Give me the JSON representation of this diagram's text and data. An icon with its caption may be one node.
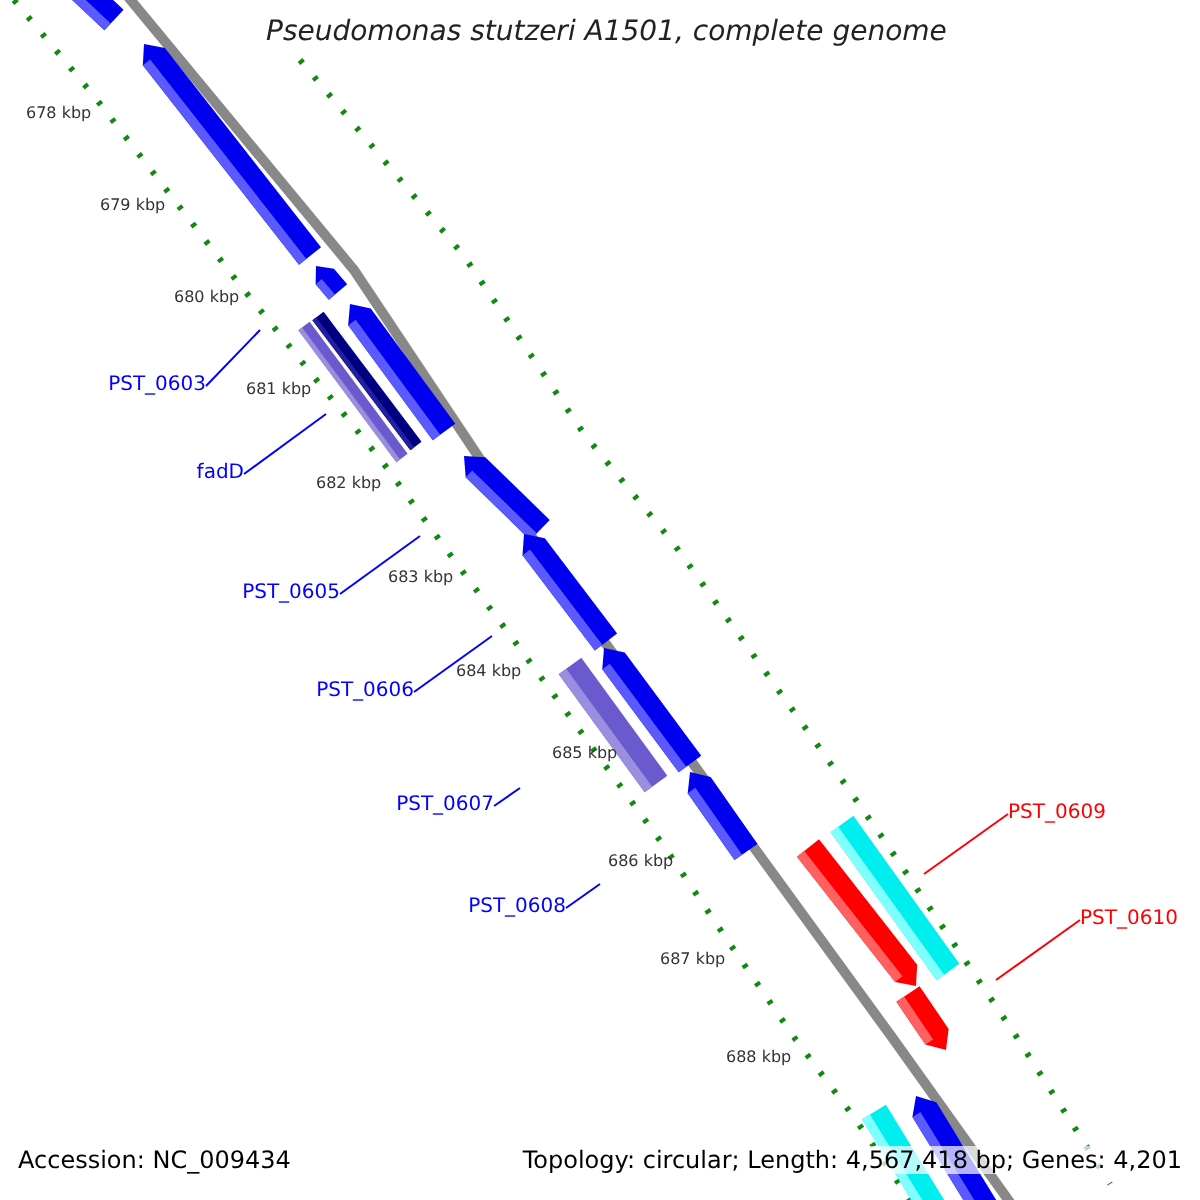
{
  "diagram": {
    "title": "Pseudomonas stutzeri A1501, complete genome",
    "nodes": [
      {
        "text": [
          "PST_0603"
        ]
      },
      {
        "text": [
          "fadD"
        ]
      },
      {
        "text": [
          "PST_0605"
        ]
      },
      {
        "text": [
          "PST_0606"
        ]
      },
      {
        "text": [
          "PST_0607"
        ]
      },
      {
        "text": [
          "PST_0608"
        ]
      },
      {
        "text": [
          "PST_0609"
        ]
      },
      {
        "text": [
          "PST_0610"
        ]
      }
    ],
    "edges": [
      {
        "from": 0,
        "to": null,
        "arrow": "none"
      },
      {
        "from": 1,
        "to": null,
        "arrow": "none"
      },
      {
        "from": 2,
        "to": null,
        "arrow": "none"
      },
      {
        "from": 3,
        "to": null,
        "arrow": "none"
      },
      {
        "from": 4,
        "to": null,
        "arrow": "none"
      },
      {
        "from": 5,
        "to": null,
        "arrow": "none"
      },
      {
        "from": 6,
        "to": null,
        "arrow": "none",
        "color": "#ff0000"
      },
      {
        "from": 7,
        "to": null,
        "arrow": "none",
        "color": "#ff0000"
      }
    ],
    "labels": [
      "678 kbp",
      "679 kbp",
      "680 kbp",
      "681 kbp",
      "682 kbp",
      "683 kbp",
      "684 kbp",
      "685 kbp",
      "686 kbp",
      "687 kbp",
      "688 kbp",
      "Accession: NC_009434",
      "Topology: circular; Length: 4,567,418 bp; Genes: 4,201"
    ]
  }
}
